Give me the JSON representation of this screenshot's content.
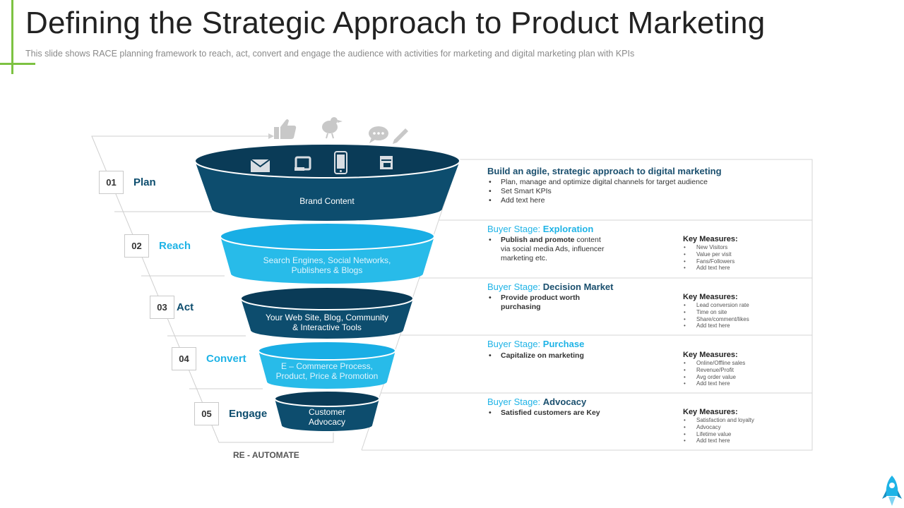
{
  "title": "Defining the Strategic Approach to Product Marketing",
  "subtitle": "This slide shows RACE planning framework  to reach, act, convert  and engage the audience with activities for marketing and digital marketing plan with KPIs",
  "colors": {
    "accent": "#7dc242",
    "dark": "#0d4d6e",
    "light": "#1eb3e6"
  },
  "stages": [
    {
      "num": "01",
      "label": "Plan"
    },
    {
      "num": "02",
      "label": "Reach"
    },
    {
      "num": "03",
      "label": "Act"
    },
    {
      "num": "04",
      "label": "Convert"
    },
    {
      "num": "05",
      "label": "Engage"
    }
  ],
  "funnel": {
    "plan": "Brand Content",
    "reach": [
      "Search Engines, Social Networks,",
      "Publishers & Blogs"
    ],
    "act": [
      "Your Web Site, Blog, Community",
      "& Interactive Tools"
    ],
    "convert": [
      "E – Commerce Process,",
      "Product, Price & Promotion"
    ],
    "engage": [
      "Customer",
      "Advocacy"
    ]
  },
  "re_automate": "RE  - AUTOMATE",
  "icons": [
    "thumbs-up-icon",
    "bird-icon",
    "chat-icon",
    "pencil-icon",
    "envelope-icon",
    "tablet-icon",
    "phone-icon",
    "video-icon",
    "rocket-icon"
  ],
  "panel": {
    "plan": {
      "title": "Build an agile, strategic approach to digital marketing",
      "bullets": [
        "Plan, manage and optimize digital channels for target audience",
        "Set Smart KPIs",
        "Add text here"
      ]
    },
    "reach": {
      "prefix": "Buyer Stage: ",
      "name": "Exploration",
      "bullet_bold": "Publish and promote",
      "bullet_rest": " content",
      "bullet_lines": [
        "via social media Ads, influencer",
        "marketing etc."
      ],
      "km_title": "Key Measures:",
      "km": [
        "New Visitors",
        "Value per visit",
        "Fans/Followers",
        "Add text here"
      ]
    },
    "act": {
      "prefix": "Buyer Stage: ",
      "name": "Decision Market",
      "bullets": [
        "Provide product worth",
        "purchasing"
      ],
      "km_title": "Key Measures:",
      "km": [
        "Lead conversion rate",
        "Time on site",
        "Share/comment/likes",
        "Add text here"
      ]
    },
    "convert": {
      "prefix": "Buyer Stage: ",
      "name": "Purchase",
      "bullets": [
        "Capitalize on marketing"
      ],
      "km_title": "Key Measures:",
      "km": [
        "Online/Offline  sales",
        "Revenue/Profit",
        "Avg order value",
        "Add text here"
      ]
    },
    "engage": {
      "prefix": "Buyer Stage: ",
      "name": "Advocacy",
      "bullets": [
        "Satisfied customers are Key"
      ],
      "km_title": "Key Measures:",
      "km": [
        "Satisfaction  and loyalty",
        "Advocacy",
        "Lifetime value",
        "Add text here"
      ]
    }
  }
}
